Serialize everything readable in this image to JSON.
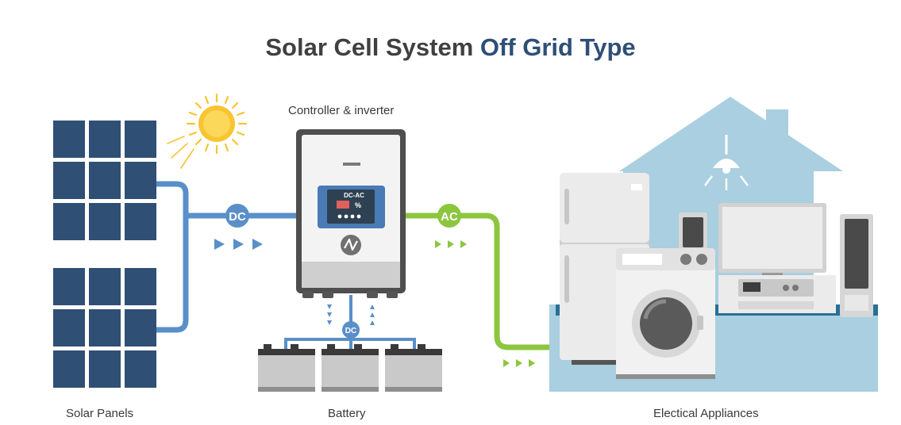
{
  "title": {
    "main": "Solar Cell System ",
    "accent": "Off Grid Type"
  },
  "labels": {
    "controller": "Controller & inverter",
    "solar_panels": "Solar Panels",
    "battery": "Battery",
    "appliances": "Electical Appliances"
  },
  "badges": {
    "dc_main": "DC",
    "ac_main": "AC",
    "dc_battery": "DC"
  },
  "inverter_display": {
    "mode": "DC-AC",
    "percent": "%"
  },
  "colors": {
    "title_accent": "#2f4f75",
    "dc_line": "#5a8fc8",
    "ac_line": "#8cc63f",
    "panel": "#2f4f75",
    "house": "#a9cfe0",
    "sun": "#f7c531"
  }
}
